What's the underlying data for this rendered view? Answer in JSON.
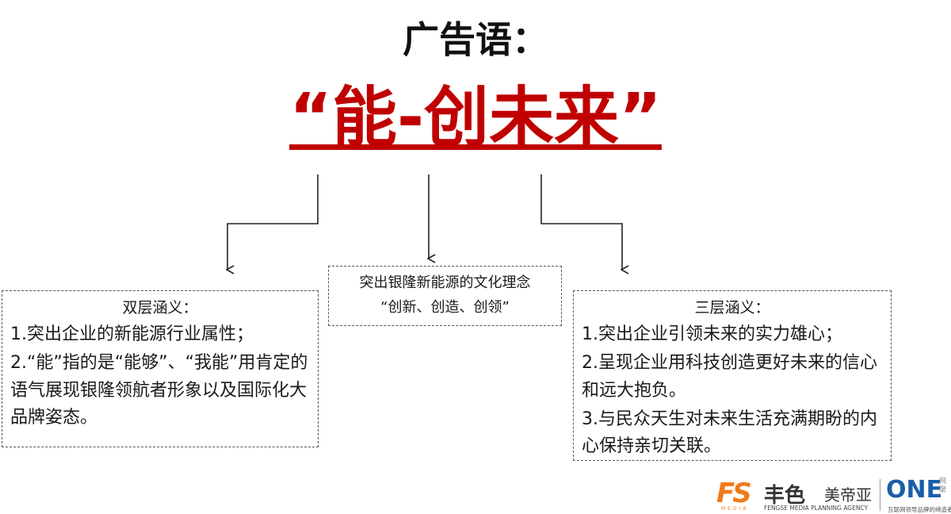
{
  "title": "广告语：",
  "slogan": "“能-创未来”",
  "left_box": {
    "heading": "双层涵义：",
    "lines": [
      "1.突出企业的新能源行业属性；",
      "2.“能”指的是“能够”、“我能”用肯定的语气展现银隆领航者形象以及国际化大品牌姿态。"
    ]
  },
  "middle_box": {
    "line1": "突出银隆新能源的文化理念",
    "line2": "“创新、创造、创领”"
  },
  "right_box": {
    "heading": "三层涵义：",
    "lines": [
      "1.突出企业引领未来的实力雄心；",
      "2.呈现企业用科技创造更好未来的信心和远大抱负。",
      "3.与民众天生对未来生活充满期盼的内心保持亲切关联。"
    ]
  },
  "logos": {
    "fs_mark": "FS",
    "fs_media": "MEDIA",
    "brand_cn": "丰色",
    "brand_cn2": "美帝亚",
    "brand_en": "FENGSE MEDIA PLANNING AGENCY",
    "one": "ONE",
    "one_side": "网 聚",
    "one_tag": "互联网领导品牌的缔造者"
  },
  "colors": {
    "slogan": "#c00000",
    "fs_orange": "#f07a1a",
    "one_blue": "#1b5fa8"
  }
}
